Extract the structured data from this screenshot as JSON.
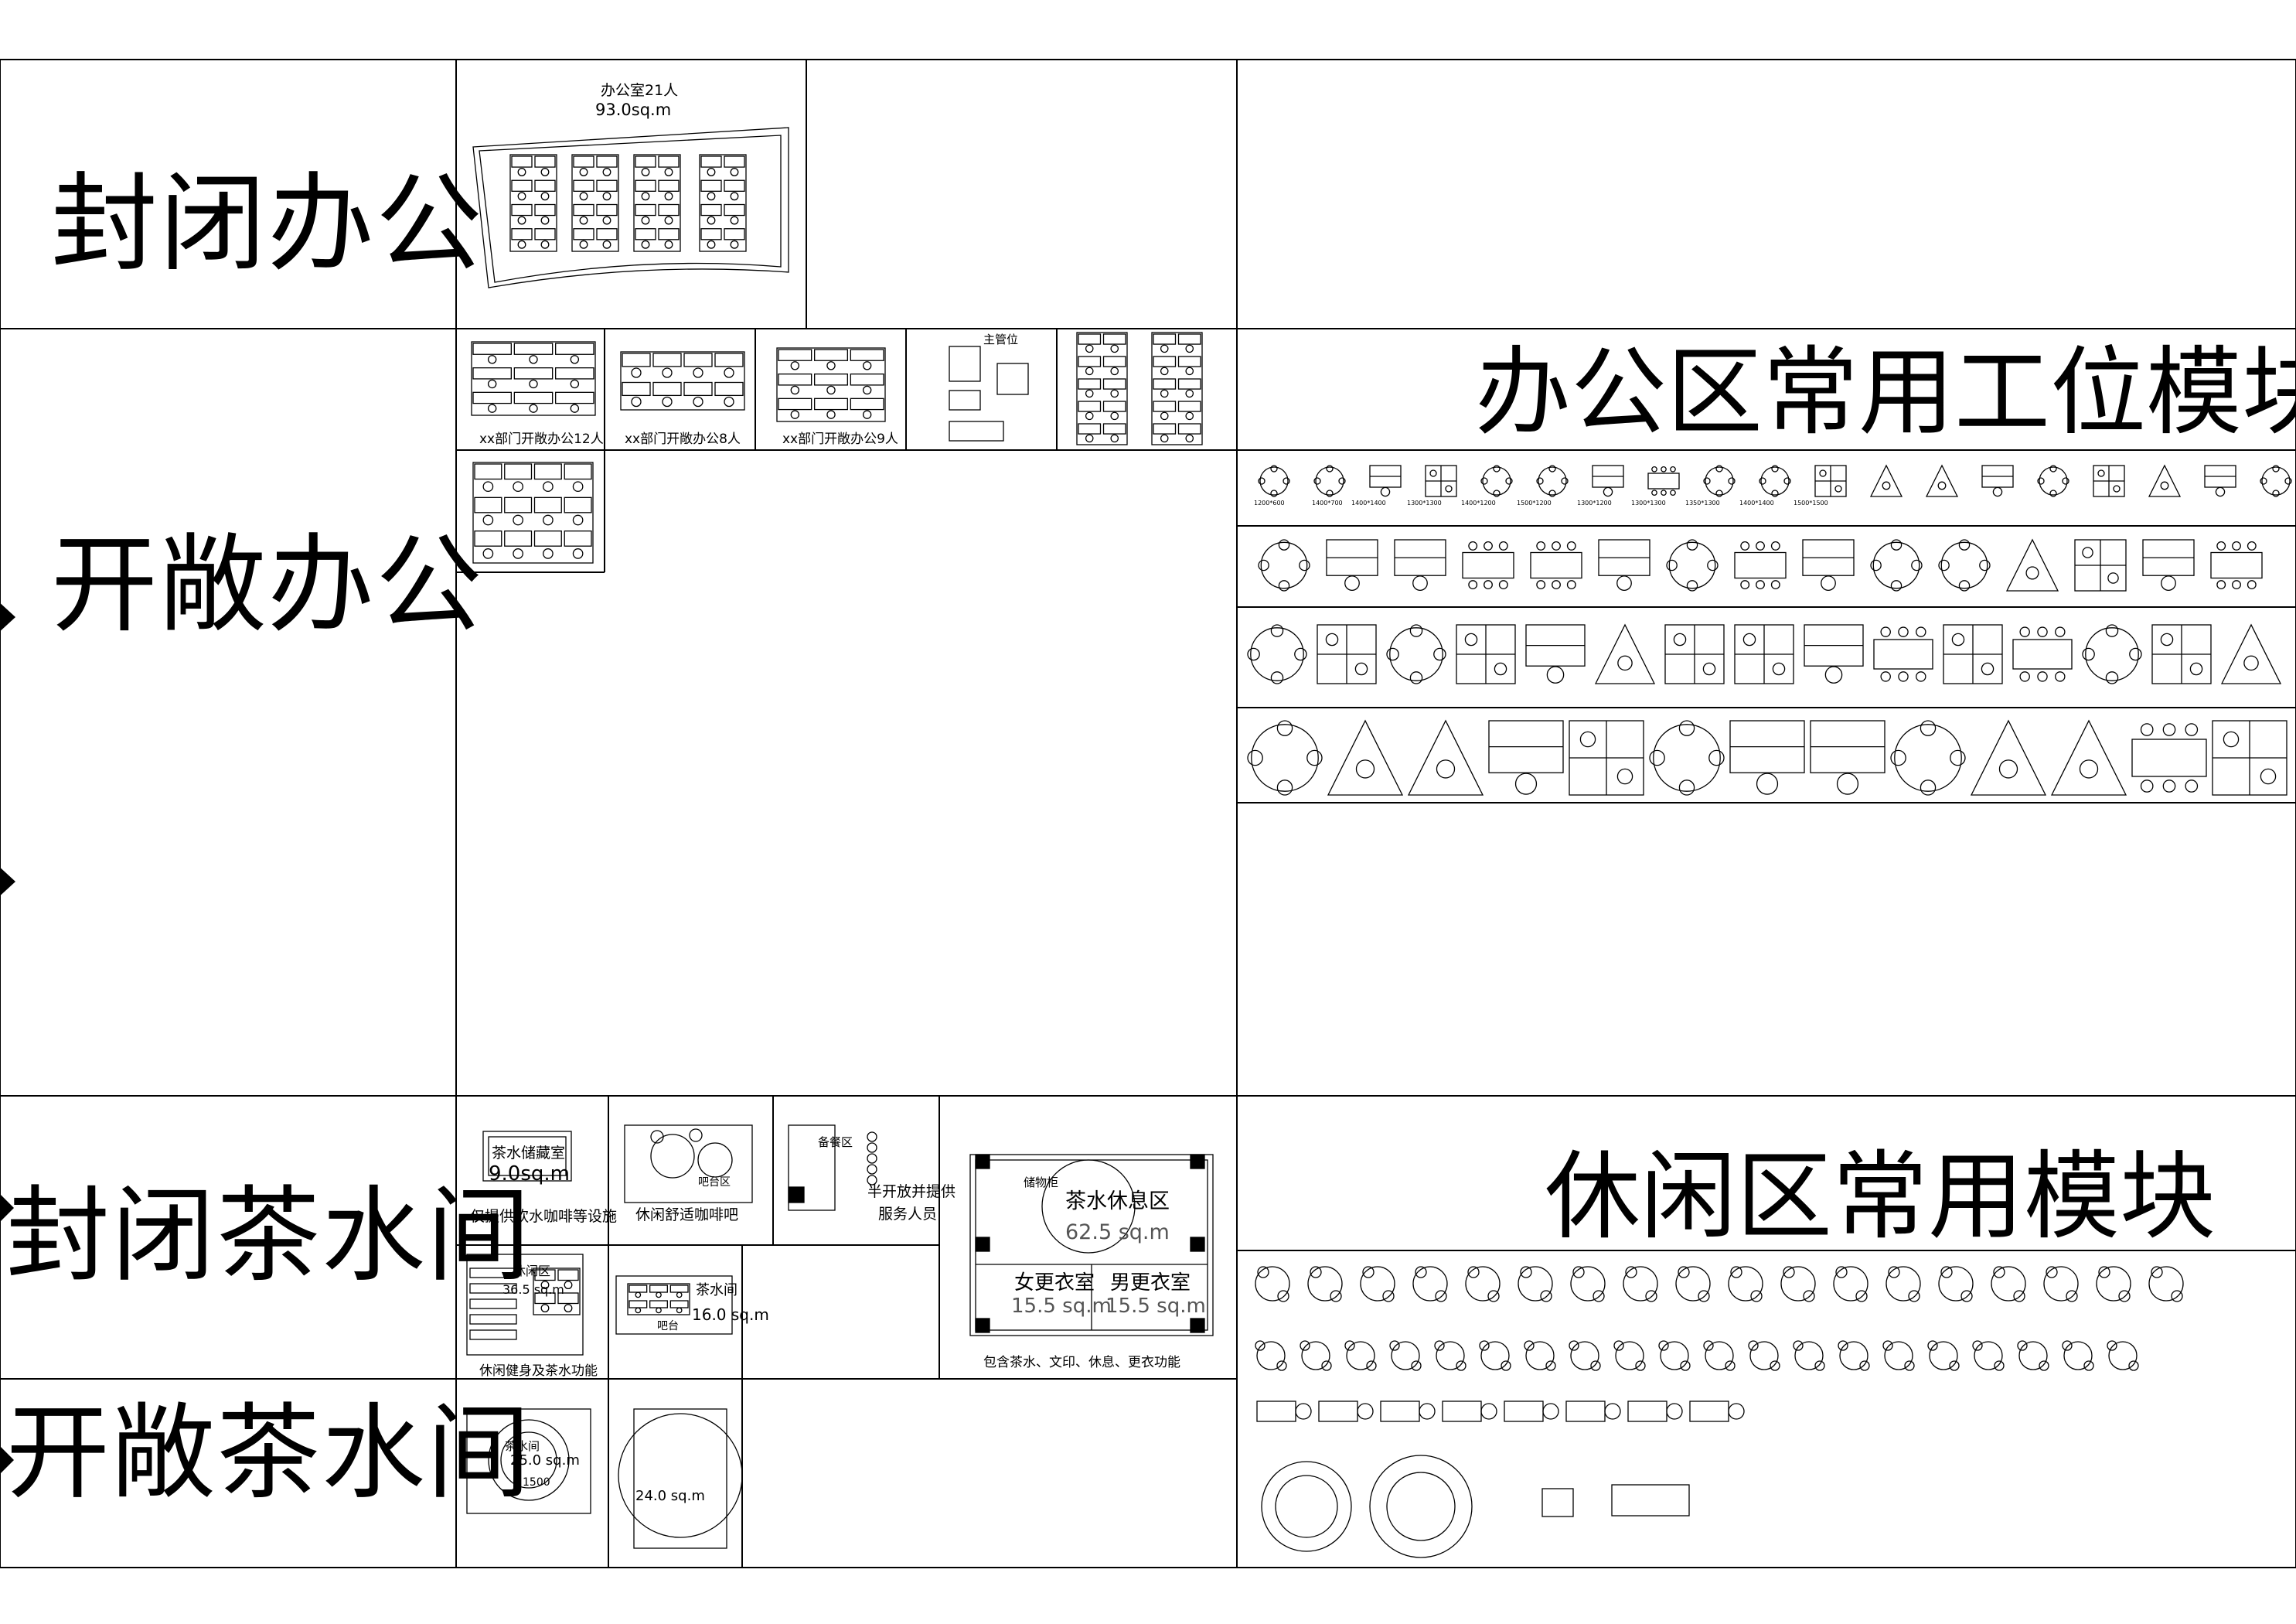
{
  "sections": {
    "closed_office": "封闭办公",
    "open_office": "开敞办公",
    "closed_pantry": "封闭茶水间",
    "open_pantry": "开敞茶水间",
    "workstation_modules": "办公区常用工位模块",
    "leisure_modules": "休闲区常用模块"
  },
  "closed_office_plan": {
    "name": "办公室21人",
    "area": "93.0sq.m"
  },
  "open_office_plans": [
    {
      "label": "xx部门开敞办公12人"
    },
    {
      "label": "xx部门开敞办公8人"
    },
    {
      "label": "xx部门开敞办公9人"
    },
    {
      "label": "主管位"
    }
  ],
  "pantry_plans": {
    "p1_room": "茶水储藏室",
    "p1_area": "9.0sq.m",
    "p1_caption": "仅提供饮水咖啡等设施",
    "p2_caption": "休闲舒适咖啡吧",
    "p2_room": "吧台区",
    "p3_room": "备餐区",
    "p3_caption_1": "半开放并提供",
    "p3_caption_2": "服务人员",
    "p4_caption": "休闲健身及茶水功能",
    "p4_room": "休闲区",
    "p4_area": "36.5 sq.m",
    "p5_room": "茶水间",
    "p5_area": "16.0 sq.m",
    "p5_label": "吧台",
    "p6_room": "茶水休息区",
    "p6_area": "62.5 sq.m",
    "p6_label": "储物柜",
    "p6_room2": "女更衣室",
    "p6_area2": "15.5 sq.m",
    "p6_room3": "男更衣室",
    "p6_area3": "15.5 sq.m",
    "p6_caption": "包含茶水、文印、休息、更衣功能",
    "op1_label": "茶水间",
    "op1_area": "25.0 sq.m",
    "op1_dim": "1500",
    "op2_area": "24.0 sq.m"
  },
  "workstation_sizes": [
    "1200*600",
    "1400*700",
    "1400*1400",
    "1300*1300",
    "1400*1200",
    "1500*1200",
    "1300*1200",
    "1300*1300",
    "1350*1300",
    "1400*1400",
    "1500*1500"
  ]
}
